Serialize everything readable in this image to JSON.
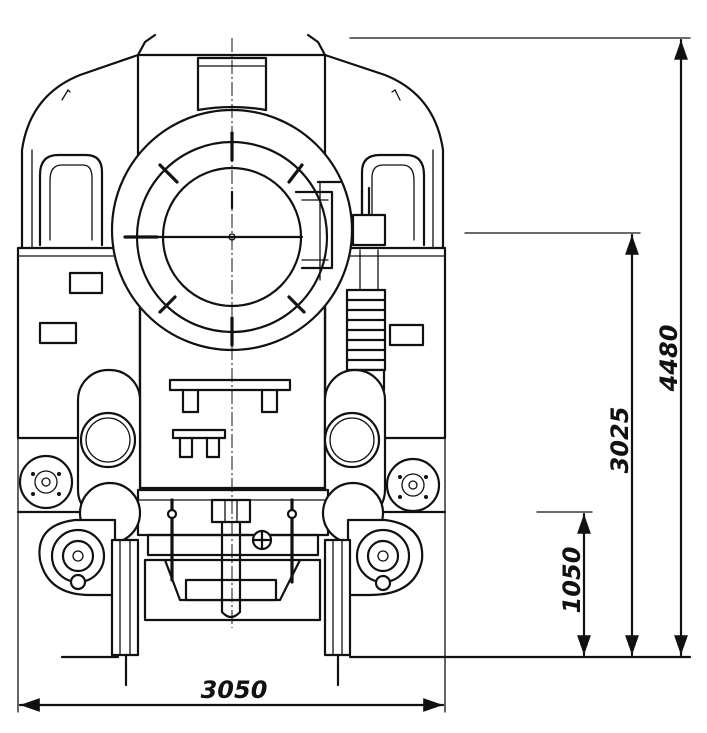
{
  "dimensions": {
    "total_height": "4480",
    "boiler_axis_height": "3025",
    "buffer_height": "1050",
    "buffer_width": "3050"
  }
}
